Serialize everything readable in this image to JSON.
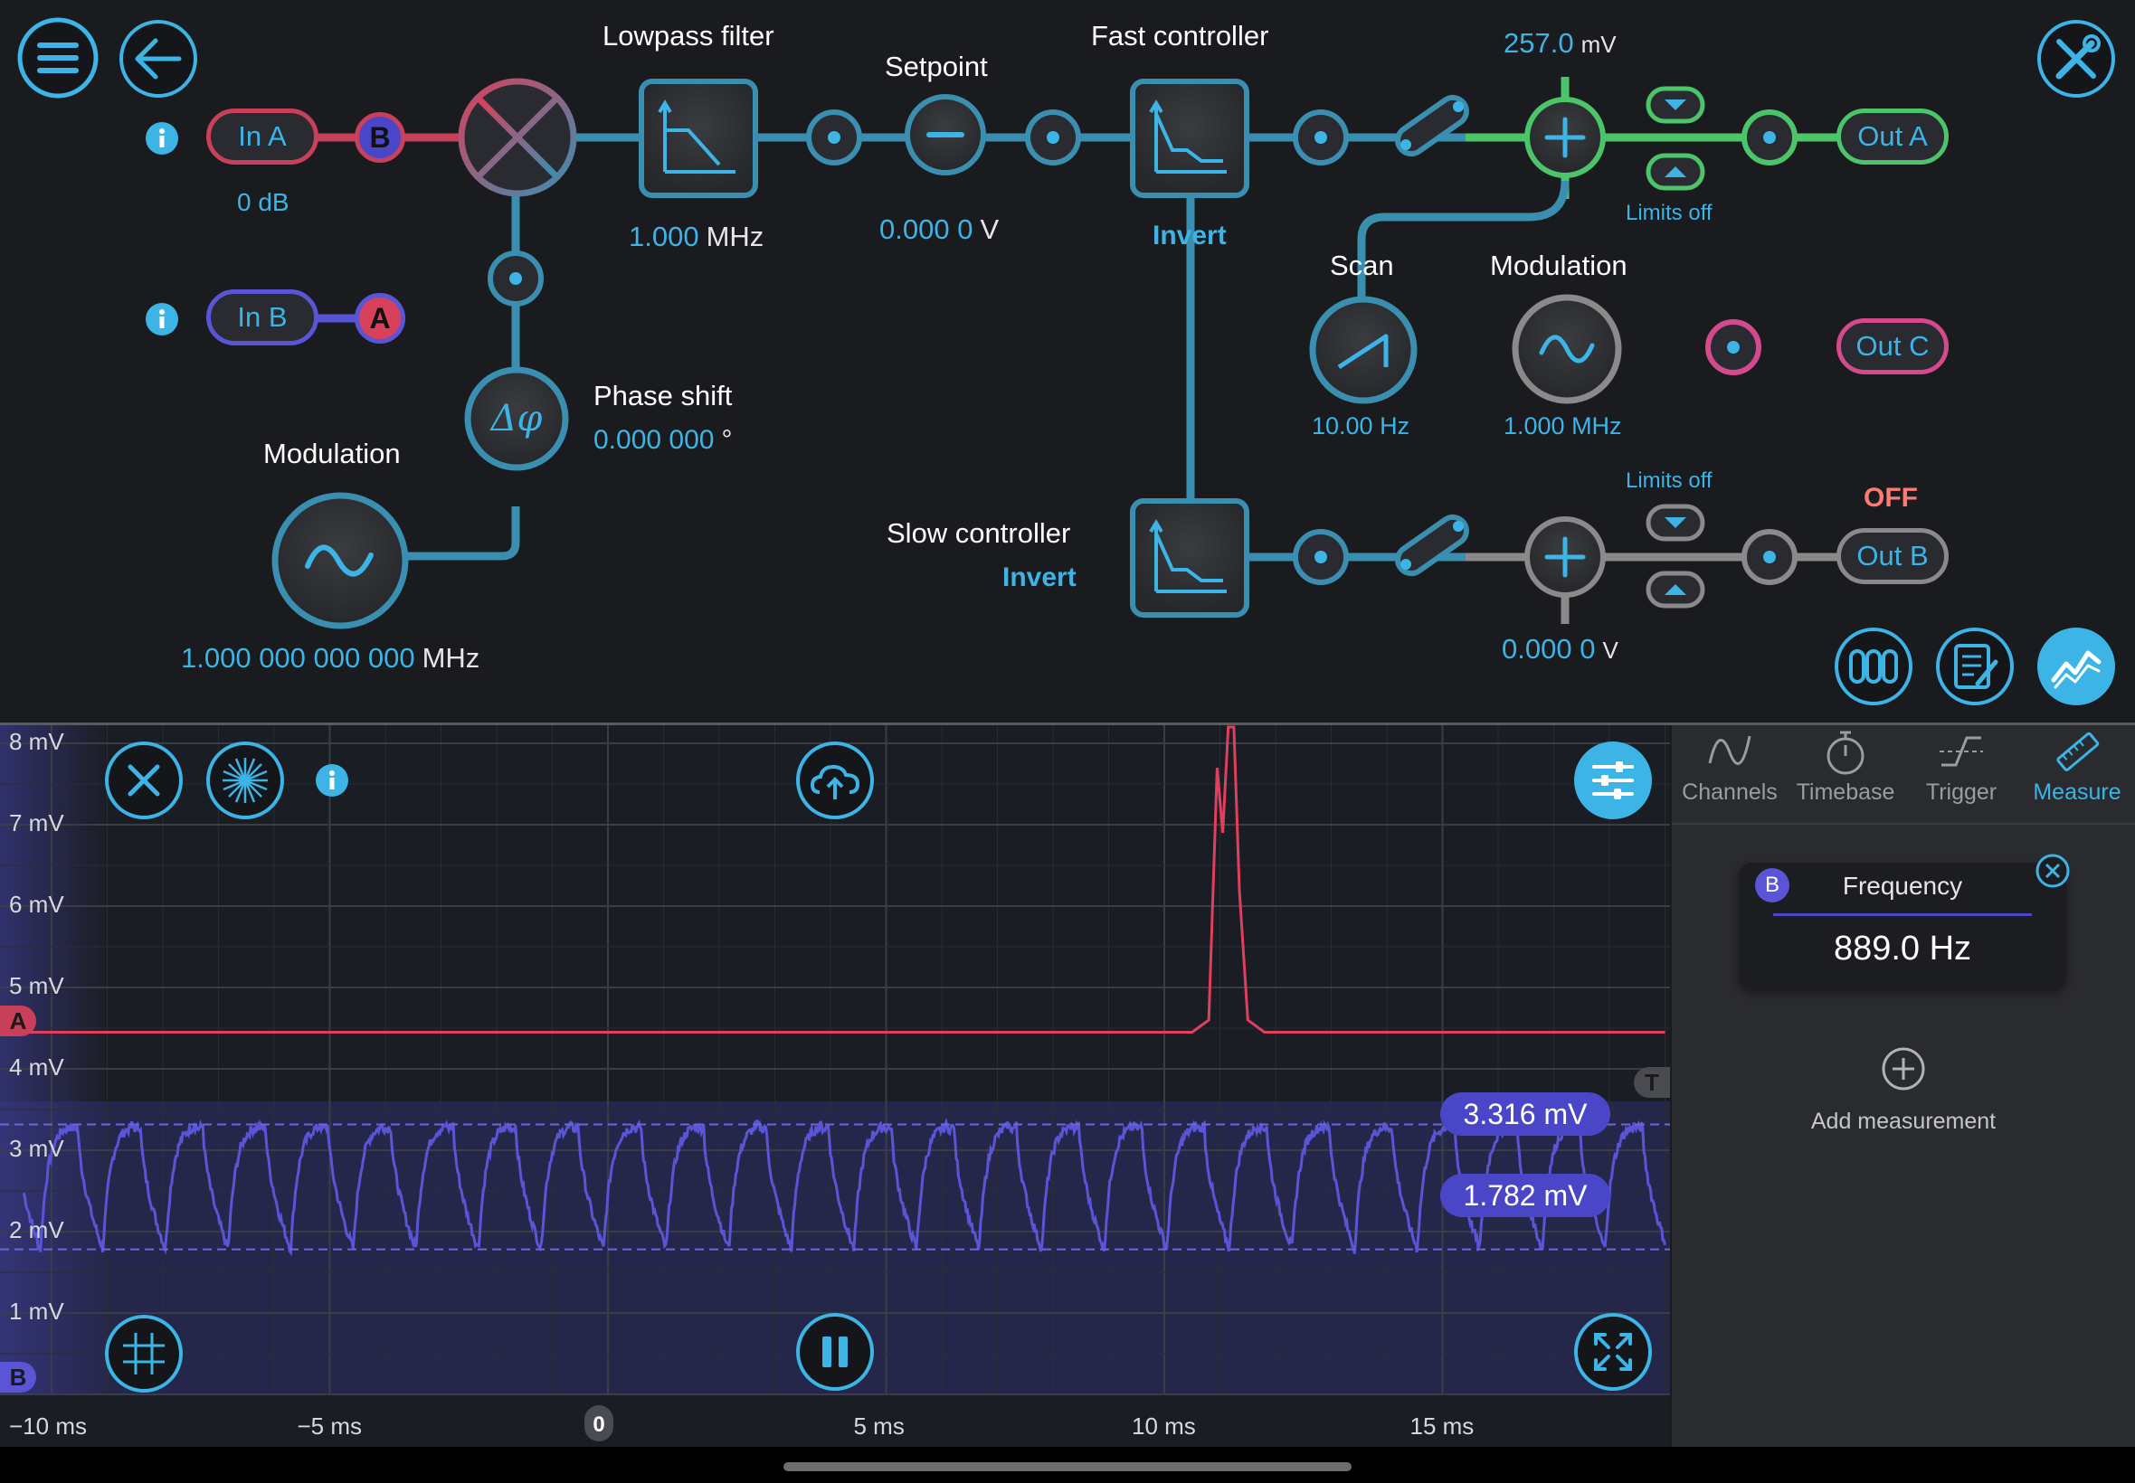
{
  "app": {
    "block_diagram": {
      "inputs": [
        {
          "label": "In A",
          "gain": "0 dB",
          "route_badge": "B"
        },
        {
          "label": "In B",
          "route_badge": "A"
        }
      ],
      "lowpass": {
        "title": "Lowpass filter",
        "value": "1.000",
        "unit": "MHz"
      },
      "setpoint": {
        "title": "Setpoint",
        "value": "0.000 0",
        "unit": "V"
      },
      "fast_controller": {
        "title": "Fast controller",
        "invert": "Invert"
      },
      "slow_controller": {
        "title": "Slow controller",
        "invert": "Invert"
      },
      "phase_shift": {
        "title": "Phase shift",
        "value": "0.000 000",
        "unit": "°",
        "symbol": "Δφ"
      },
      "modulation_in": {
        "title": "Modulation",
        "value": "1.000 000 000 000",
        "unit": "MHz"
      },
      "scan": {
        "title": "Scan",
        "value": "10.00 Hz"
      },
      "modulation_out": {
        "title": "Modulation",
        "value": "1.000 MHz"
      },
      "out_a": {
        "label": "Out A",
        "offset_value": "257.0",
        "offset_unit": "mV",
        "limits": "Limits off"
      },
      "out_b": {
        "label": "Out B",
        "offset_value": "0.000 0",
        "offset_unit": "V",
        "limits": "Limits off",
        "status": "OFF"
      },
      "out_c": {
        "label": "Out C"
      }
    },
    "scope": {
      "y_ticks": [
        "8 mV",
        "7 mV",
        "6 mV",
        "5 mV",
        "4 mV",
        "3 mV",
        "2 mV",
        "1 mV"
      ],
      "x_ticks": [
        "−10 ms",
        "−5 ms",
        "0",
        "5 ms",
        "10 ms",
        "15 ms"
      ],
      "cursor_high": "3.316 mV",
      "cursor_low": "1.782 mV",
      "channel_a_marker": "A",
      "channel_b_marker": "B",
      "trigger_marker": "T"
    },
    "side_panel": {
      "tabs": [
        {
          "label": "Channels",
          "icon": "sine-wave-icon"
        },
        {
          "label": "Timebase",
          "icon": "stopwatch-icon"
        },
        {
          "label": "Trigger",
          "icon": "trigger-edge-icon"
        },
        {
          "label": "Measure",
          "icon": "ruler-icon",
          "active": true
        }
      ],
      "measurement": {
        "channel": "B",
        "name": "Frequency",
        "value": "889.0 Hz"
      },
      "add_measurement": "Add measurement"
    }
  },
  "chart_data": {
    "type": "line",
    "xlabel": "",
    "ylabel": "",
    "xlim": [
      -10.5,
      19
    ],
    "ylim": [
      0,
      8.2
    ],
    "x_unit": "ms",
    "y_unit": "mV",
    "grid": true,
    "series": [
      {
        "name": "A",
        "color": "#e0405e",
        "x": [
          -10.5,
          10.5,
          10.8,
          10.95,
          11.05,
          11.15,
          11.25,
          11.35,
          11.5,
          11.8,
          19
        ],
        "y": [
          4.45,
          4.45,
          4.6,
          7.7,
          6.9,
          8.2,
          8.2,
          6.2,
          4.6,
          4.45,
          4.45
        ]
      },
      {
        "name": "B",
        "color": "#5a55d6",
        "frequency_hz": 889.0,
        "max": 3.316,
        "min": 1.782
      }
    ]
  },
  "colors": {
    "accent": "#3cb4e6",
    "channel_a": "#e0405e",
    "channel_b": "#5a55d6",
    "out_a_green": "#4cc46a",
    "out_c_pink": "#d44a8c",
    "off_status": "#ff7a70"
  }
}
